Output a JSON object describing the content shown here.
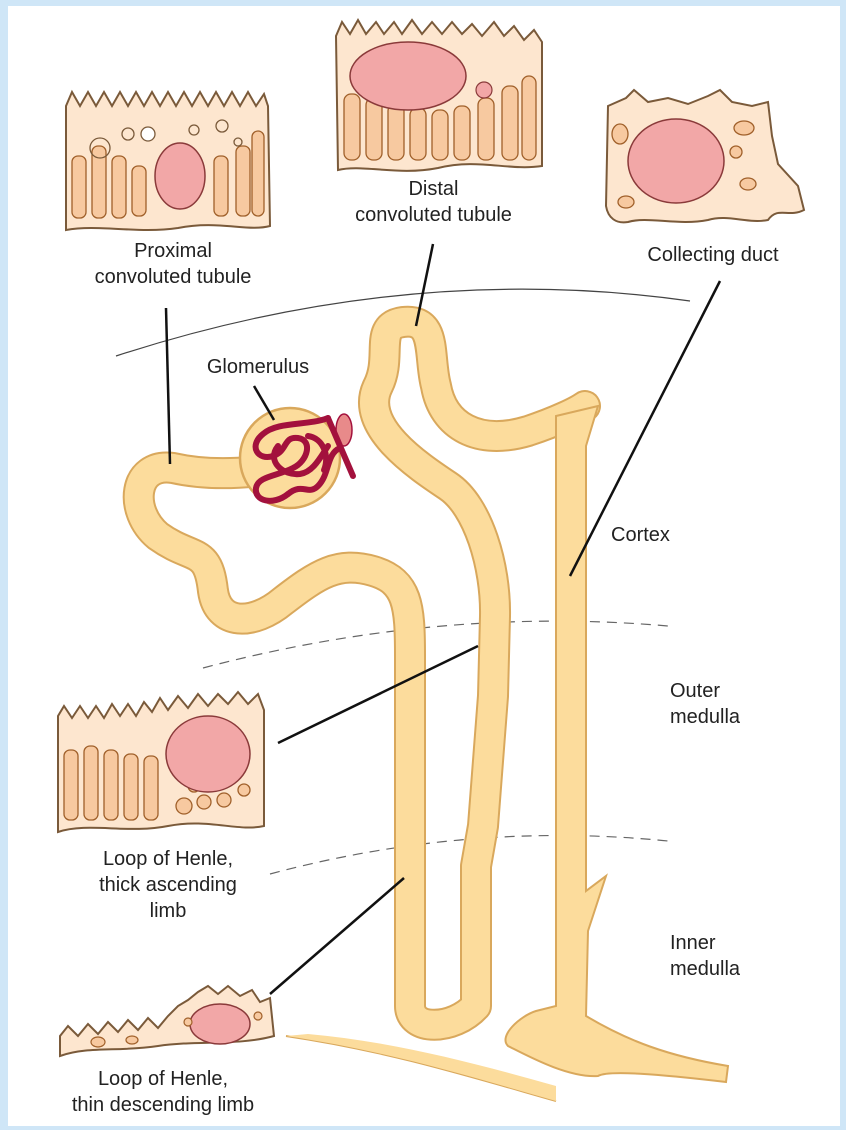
{
  "labels": {
    "proximal": [
      "Proximal",
      "convoluted tubule"
    ],
    "distal": [
      "Distal",
      "convoluted tubule"
    ],
    "collecting": "Collecting duct",
    "glomerulus": "Glomerulus",
    "cortex": "Cortex",
    "outer_medulla": [
      "Outer",
      "medulla"
    ],
    "inner_medulla": [
      "Inner",
      "medulla"
    ],
    "thick_limb": [
      "Loop of Henle,",
      "thick ascending",
      "limb"
    ],
    "thin_limb": [
      "Loop of Henle,",
      "thin descending limb"
    ]
  },
  "colors": {
    "tubule_fill": "#fcdc9c",
    "tubule_stroke": "#d9a85c",
    "cell_fill": "#fde6cf",
    "cell_stroke": "#7a5a3a",
    "nucleus_fill": "#f2a7a7",
    "nucleus_stroke": "#8a3a3a",
    "glomerulus": "#a3113d",
    "frame_bg": "#cfe6f7"
  }
}
